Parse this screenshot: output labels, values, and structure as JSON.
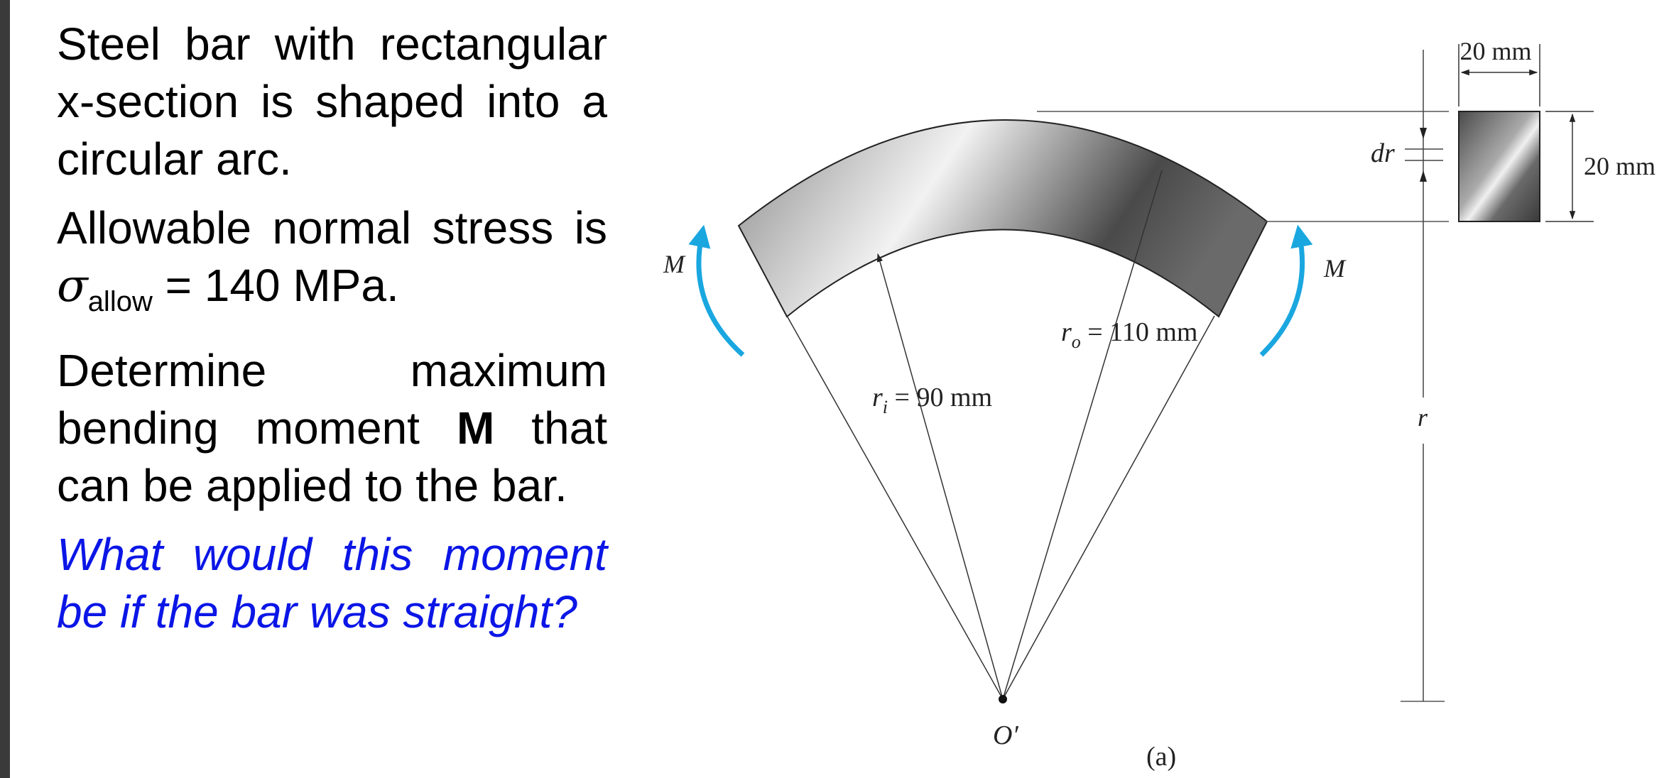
{
  "problem": {
    "para1": "Steel bar with rectangular x-section is shaped into a circular arc.",
    "para2_prefix": "Allowable normal stress is ",
    "sigma_symbol": "σ",
    "sigma_sub": "allow",
    "para2_suffix": " = 140 MPa.",
    "para3_prefix": "Determine maximum bending moment ",
    "moment_symbol": "M",
    "para3_suffix": " that can be applied to the bar.",
    "question": "What would this moment be if the bar was straight?"
  },
  "figure": {
    "section_width_label": "20 mm",
    "section_height_label": "20 mm",
    "dr_label": "dr",
    "r_label": "r",
    "ro_label": "r",
    "ro_sub": "o",
    "ro_value": " = 110 mm",
    "ri_label": "r",
    "ri_sub": "i",
    "ri_value": " = 90 mm",
    "moment_left": "M",
    "moment_right": "M",
    "center_label": "O′",
    "caption": "(a)",
    "arrow_color": "#1aa7e0"
  }
}
